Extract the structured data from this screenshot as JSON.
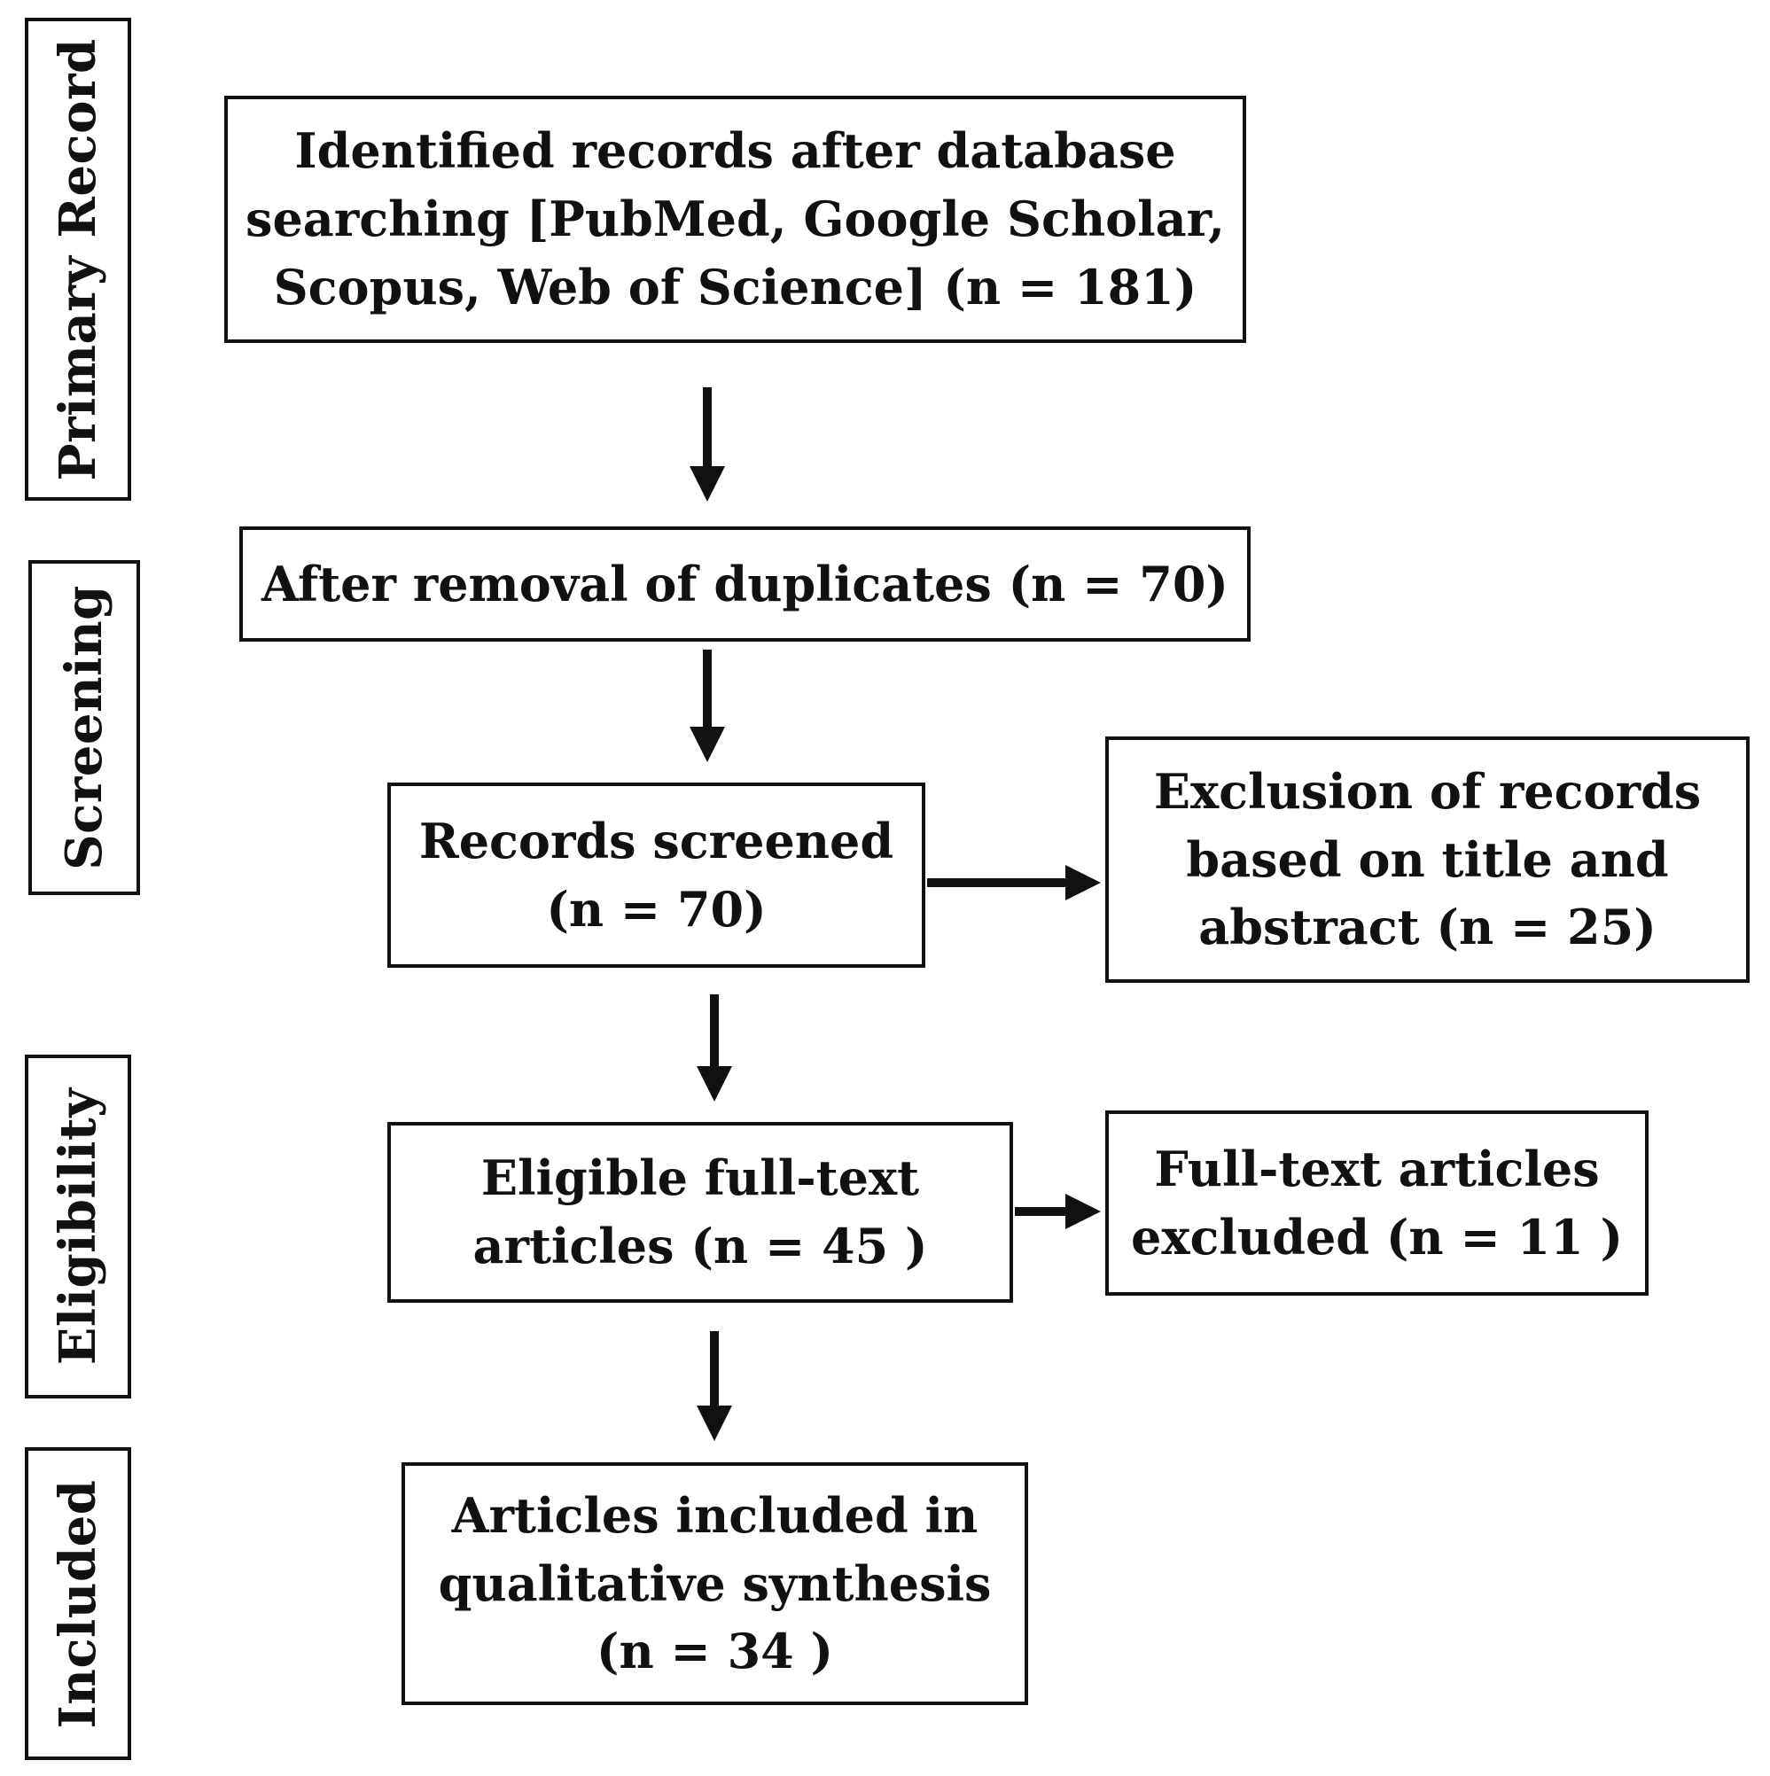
{
  "stages": {
    "primary_record": "Primary Record",
    "screening": "Screening",
    "eligibility": "Eligibility",
    "included": "Included"
  },
  "boxes": {
    "identified": "Identified records after database\nsearching [PubMed, Google Scholar,\nScopus, Web of Science] (n = 181)",
    "duplicates_removed": "After removal of duplicates (n = 70)",
    "screened": "Records screened\n(n = 70)",
    "excluded_title_abstract": "Exclusion of records\nbased on title and\nabstract (n = 25)",
    "eligible_full_text": "Eligible full-text\narticles (n = 45 )",
    "full_text_excluded": "Full-text articles\nexcluded (n = 11 )",
    "included_synthesis": "Articles included in\nqualitative synthesis\n(n = 34 )"
  }
}
